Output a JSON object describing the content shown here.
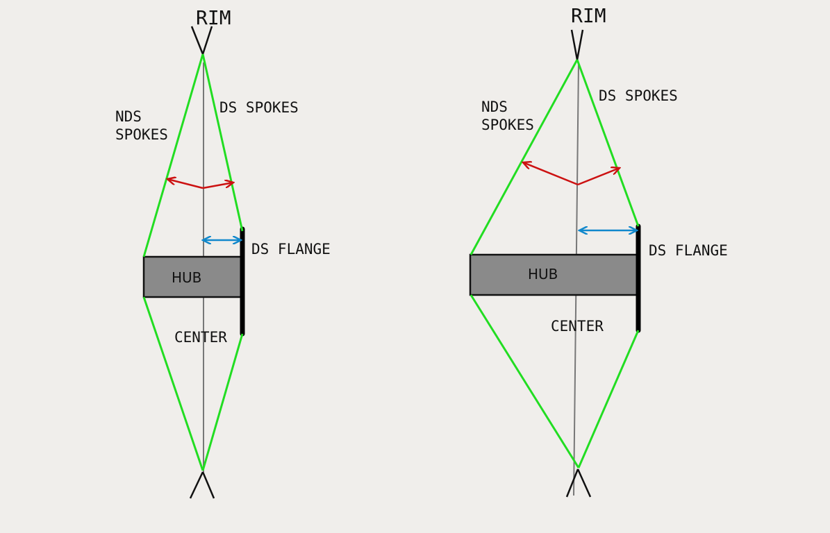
{
  "colors": {
    "background": "#f0eeeb",
    "spoke": "#22dd22",
    "angle_arrow": "#cc1111",
    "offset_arrow": "#1188cc",
    "hub_fill": "#8a8a8a",
    "axis": "#777777",
    "flange": "#000000"
  },
  "left_wheel": {
    "rim_label": "RIM",
    "nds_spokes_line1": "NDS",
    "nds_spokes_line2": "SPOKES",
    "ds_spokes_label": "DS SPOKES",
    "ds_flange_label": "DS FLANGE",
    "hub_label": "HUB",
    "center_label": "CENTER"
  },
  "right_wheel": {
    "rim_label": "RIM",
    "nds_spokes_line1": "NDS",
    "nds_spokes_line2": "SPOKES",
    "ds_spokes_label": "DS SPOKES",
    "ds_flange_label": "DS FLANGE",
    "hub_label": "HUB",
    "center_label": "CENTER"
  }
}
